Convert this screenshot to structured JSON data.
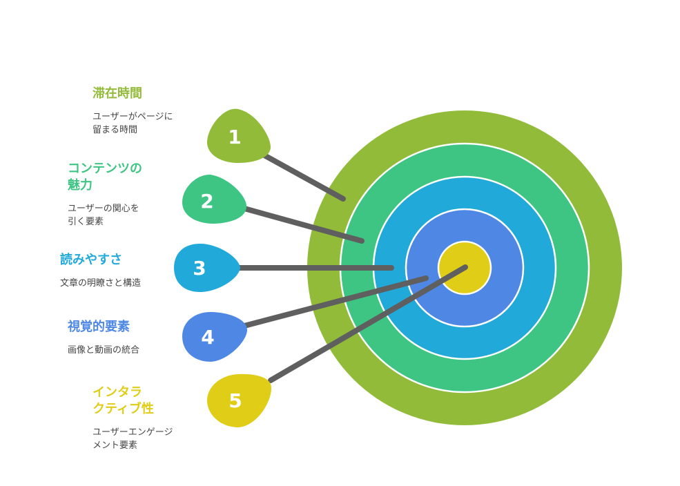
{
  "colors": {
    "green_outer": "#93bb3a",
    "teal": "#3ec584",
    "blue": "#20a9d9",
    "royal_blue": "#4e88e4",
    "yellow": "#dfcd18",
    "dart_shaft": "#5f5f5f",
    "desc_text": "#444444"
  },
  "items": [
    {
      "number": "1",
      "title": "滞在時間",
      "desc": "ユーザーがページに\n留まる時間",
      "color": "#93bb3a"
    },
    {
      "number": "2",
      "title": "コンテンツの\n魅力",
      "desc": "ユーザーの関心を\n引く要素",
      "color": "#3ec584"
    },
    {
      "number": "3",
      "title": "読みやすさ",
      "desc": "文章の明瞭さと構造",
      "color": "#20a9d9"
    },
    {
      "number": "4",
      "title": "視覚的要素",
      "desc": "画像と動画の統合",
      "color": "#4e88e4"
    },
    {
      "number": "5",
      "title": "インタラ\nクティブ性",
      "desc": "ユーザーエンゲージ\nメント要素",
      "color": "#dfcd18"
    }
  ]
}
